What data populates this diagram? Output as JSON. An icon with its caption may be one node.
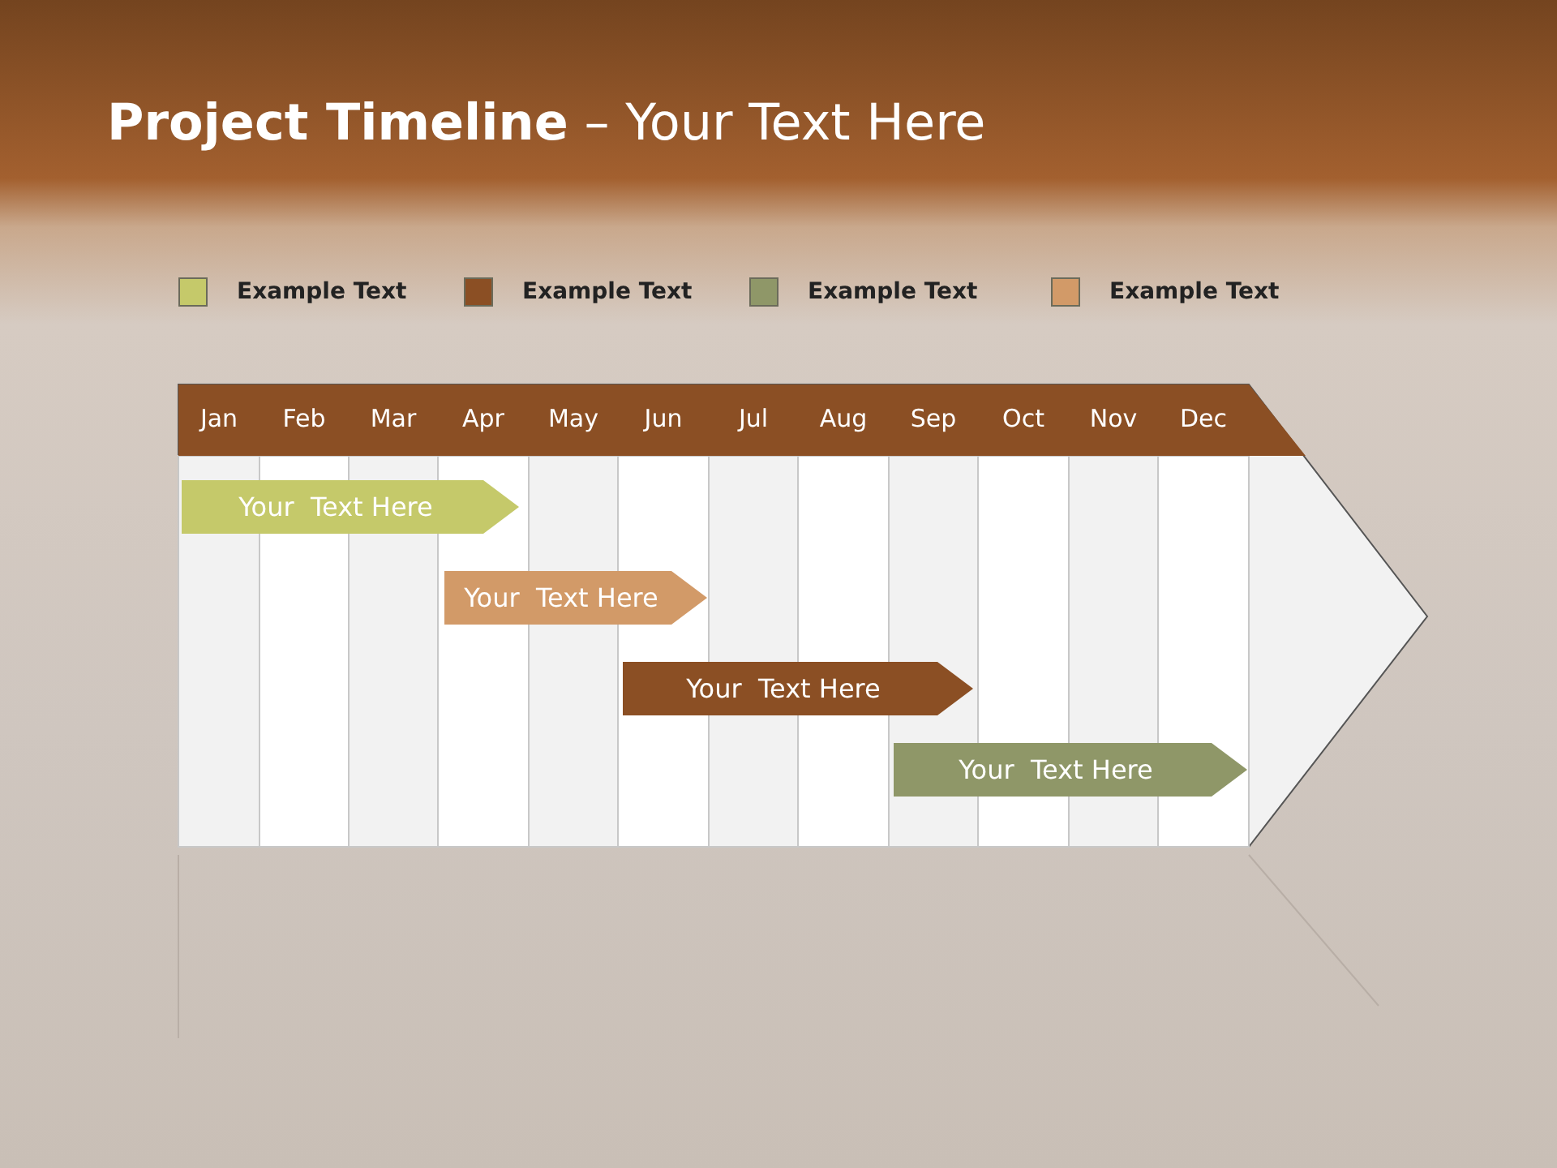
{
  "diagram": {
    "title": "**Project Timeline** – Your Text Here",
    "nodes": [
      {
        "text": [
          "Your  Text Here"
        ]
      },
      {
        "text": [
          "Your  Text Here"
        ]
      },
      {
        "text": [
          "Your  Text Here"
        ]
      },
      {
        "text": [
          "Your  Text Here"
        ]
      }
    ],
    "labels": [
      "Jan",
      "Feb",
      "Mar",
      "Apr",
      "May",
      "Jun",
      "Jul",
      "Aug",
      "Sep",
      "Oct",
      "Nov",
      "Dec"
    ],
    "legend": [
      {
        "text": "Example Text",
        "color": "#c5c96a"
      },
      {
        "text": "Example Text",
        "color": "#8b4f24"
      },
      {
        "text": "Example Text",
        "color": "#8f9768"
      },
      {
        "text": "Example Text",
        "color": "#d29a68"
      }
    ]
  }
}
